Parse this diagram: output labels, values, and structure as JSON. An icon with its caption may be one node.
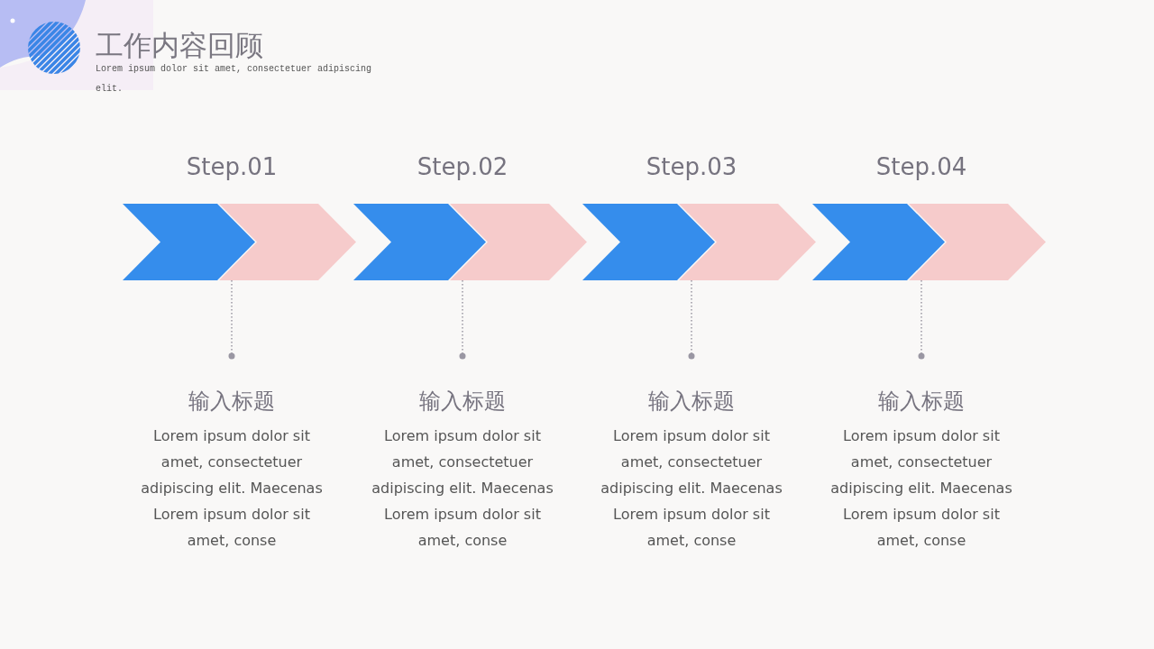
{
  "diagram": {
    "title": "工作内容回顾",
    "nodes": [
      {
        "text": [
          "Step.01"
        ]
      },
      {
        "text": [
          "输入标题",
          "Lorem ipsum dolor sit amet, consectetuer adipiscing elit. Maecenas Lorem ipsum dolor sit amet, conse"
        ]
      },
      {
        "text": [
          "Step.02"
        ]
      },
      {
        "text": [
          "输入标题",
          "Lorem ipsum dolor sit amet, consectetuer adipiscing elit. Maecenas Lorem ipsum dolor sit amet, conse"
        ]
      },
      {
        "text": [
          "Step.03"
        ]
      },
      {
        "text": [
          "输入标题",
          "Lorem ipsum dolor sit amet, consectetuer adipiscing elit. Maecenas Lorem ipsum dolor sit amet, conse"
        ]
      },
      {
        "text": [
          "Step.04"
        ]
      },
      {
        "text": [
          "输入标题",
          "Lorem ipsum dolor sit amet, consectetuer adipiscing elit. Maecenas Lorem ipsum dolor sit amet, conse"
        ]
      }
    ],
    "edges": [
      {
        "from": 0,
        "to": 1,
        "arrow": "other",
        "style": "dashed"
      },
      {
        "from": 2,
        "to": 3,
        "arrow": "other",
        "style": "dashed"
      },
      {
        "from": 4,
        "to": 5,
        "arrow": "other",
        "style": "dashed"
      },
      {
        "from": 6,
        "to": 7,
        "arrow": "other",
        "style": "dashed"
      }
    ],
    "labels": [
      "Lorem ipsum dolor sit amet, consectetuer adipiscing elit."
    ]
  }
}
